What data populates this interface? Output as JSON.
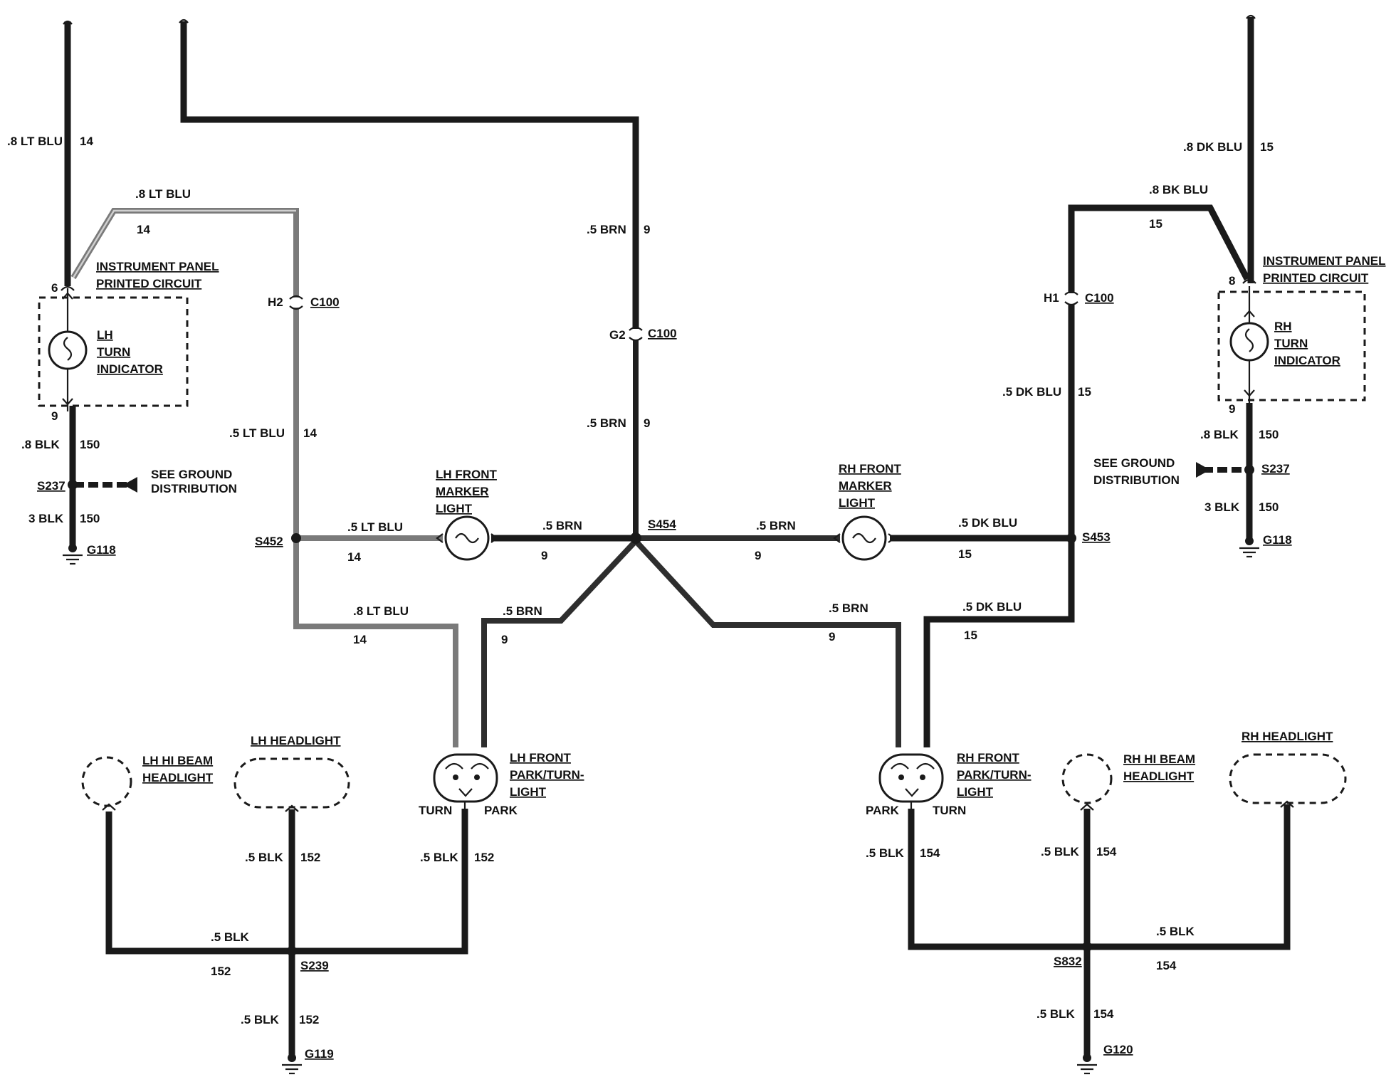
{
  "lh_top_wire": {
    "color": ".8 LT BLU",
    "circuit": "14"
  },
  "lh_branch_wire": {
    "color": ".8 LT BLU",
    "circuit": "14"
  },
  "lh_ip": {
    "line1": "INSTRUMENT PANEL",
    "line2": "PRINTED CIRCUIT",
    "pin": "6",
    "pin_bottom": "9"
  },
  "lh_turn_indicator": {
    "line1": "LH",
    "line2": "TURN",
    "line3": "INDICATOR"
  },
  "lh_ground_wire_top": {
    "color": ".8 BLK",
    "circuit": "150"
  },
  "lh_splice": "S237",
  "see_ground": {
    "line1": "SEE GROUND",
    "line2": "DISTRIBUTION"
  },
  "lh_ground_wire_bottom": {
    "color": "3 BLK",
    "circuit": "150"
  },
  "lh_ground": "G118",
  "lh_c100": {
    "pin": "H2",
    "name": "C100"
  },
  "lh_mid_wire": {
    "color": ".5 LT BLU",
    "circuit": "14"
  },
  "s452": "S452",
  "s452_wire": {
    "color": ".5 LT BLU",
    "circuit": "14"
  },
  "lh_marker": {
    "line1": "LH FRONT",
    "line2": "MARKER",
    "line3": "LIGHT"
  },
  "lh_marker_wire": {
    "color": ".5 BRN",
    "circuit": "9"
  },
  "lh_lower_blu": {
    "color": ".8 LT BLU",
    "circuit": "14"
  },
  "lh_lower_brn": {
    "color": ".5 BRN",
    "circuit": "9"
  },
  "center_top_wire": {
    "color": ".5 BRN",
    "circuit": "9"
  },
  "center_c100": {
    "pin": "G2",
    "name": "C100"
  },
  "center_mid_wire": {
    "color": ".5 BRN",
    "circuit": "9"
  },
  "s454": "S454",
  "rh_marker_wire": {
    "color": ".5 BRN",
    "circuit": "9"
  },
  "rh_marker": {
    "line1": "RH FRONT",
    "line2": "MARKER",
    "line3": "LIGHT"
  },
  "rh_s453_wire": {
    "color": ".5 DK BLU",
    "circuit": "15"
  },
  "s453": "S453",
  "rh_lower_brn": {
    "color": ".5 BRN",
    "circuit": "9"
  },
  "rh_lower_blu": {
    "color": ".5 DK BLU",
    "circuit": "15"
  },
  "rh_c100": {
    "pin": "H1",
    "name": "C100"
  },
  "rh_mid_wire": {
    "color": ".5 DK BLU",
    "circuit": "15"
  },
  "rh_top_wire": {
    "color": ".8 DK BLU",
    "circuit": "15"
  },
  "rh_branch_wire": {
    "color": ".8 BK BLU",
    "circuit": "15"
  },
  "rh_ip": {
    "line1": "INSTRUMENT PANEL",
    "line2": "PRINTED CIRCUIT",
    "pin": "8",
    "pin_bottom": "9"
  },
  "rh_turn_indicator": {
    "line1": "RH",
    "line2": "TURN",
    "line3": "INDICATOR"
  },
  "rh_ground_wire_top": {
    "color": ".8 BLK",
    "circuit": "150"
  },
  "rh_splice": "S237",
  "rh_ground_wire_bottom": {
    "color": "3 BLK",
    "circuit": "150"
  },
  "rh_ground": "G118",
  "lh_hibeam": {
    "line1": "LH HI BEAM",
    "line2": "HEADLIGHT"
  },
  "lh_headlight": "LH HEADLIGHT",
  "lh_parkturn": {
    "line1": "LH FRONT",
    "line2": "PARK/TURN-",
    "line3": "LIGHT",
    "turn": "TURN",
    "park": "PARK"
  },
  "lh_hl_wire": {
    "color": ".5 BLK",
    "circuit": "152"
  },
  "lh_pt_wire": {
    "color": ".5 BLK",
    "circuit": "152"
  },
  "lh_bottom_wire": {
    "color": ".5 BLK",
    "circuit": "152"
  },
  "s239": "S239",
  "lh_g_wire": {
    "color": ".5 BLK",
    "circuit": "152"
  },
  "g119": "G119",
  "rh_parkturn": {
    "line1": "RH FRONT",
    "line2": "PARK/TURN-",
    "line3": "LIGHT",
    "park": "PARK",
    "turn": "TURN"
  },
  "rh_hibeam": {
    "line1": "RH HI BEAM",
    "line2": "HEADLIGHT"
  },
  "rh_headlight": "RH HEADLIGHT",
  "rh_pt_wire": {
    "color": ".5 BLK",
    "circuit": "154"
  },
  "rh_hb_wire": {
    "color": ".5 BLK",
    "circuit": "154"
  },
  "rh_bottom_wire": {
    "color": ".5 BLK",
    "circuit": "154"
  },
  "s832": "S832",
  "rh_g_wire": {
    "color": ".5 BLK",
    "circuit": "154"
  },
  "g120": "G120"
}
